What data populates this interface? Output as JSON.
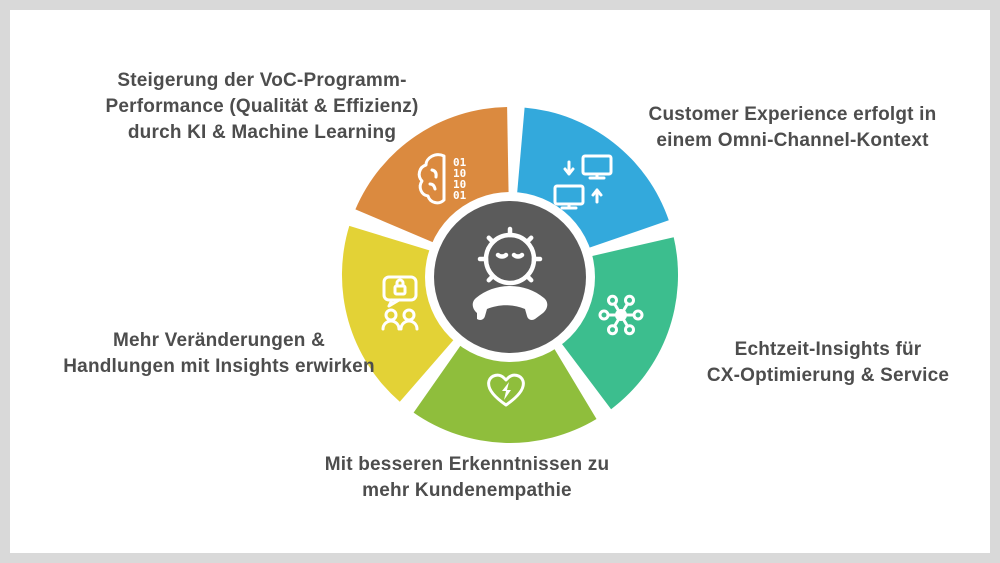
{
  "frame": {
    "border_color": "#d9d9d9",
    "card_color": "#ffffff",
    "text_color": "#4d4d4d"
  },
  "center": {
    "color": "#5b5b5b",
    "ring_color": "#ffffff",
    "icon": "customer-service-gear-handset"
  },
  "segments": [
    {
      "name": "voc-performance-ki-ml",
      "color": "#db8a3f",
      "icon": "ai-brain-binary-icon",
      "label": "Steigerung der VoC-Programm-\nPerformance (Qualität & Effizienz)\ndurch KI & Machine Learning"
    },
    {
      "name": "omni-channel",
      "color": "#33a9dc",
      "icon": "omni-channel-devices-icon",
      "label": "Customer Experience erfolgt in\neinem Omni-Channel-Kontext"
    },
    {
      "name": "echtzeit-insights",
      "color": "#3cbe8e",
      "icon": "network-share-icon",
      "label": "Echtzeit-Insights für\nCX-Optimierung & Service"
    },
    {
      "name": "kundenempathie",
      "color": "#8fbe3c",
      "icon": "heart-bolt-icon",
      "label": "Mit besseren Erkenntnissen zu\nmehr Kundenempathie"
    },
    {
      "name": "insights-erwirken",
      "color": "#e3d236",
      "icon": "people-lock-bubble-icon",
      "label": "Mehr Veränderungen &\nHandlungen mit Insights erwirken"
    }
  ],
  "binary": [
    "01",
    "10",
    "10",
    "01"
  ]
}
